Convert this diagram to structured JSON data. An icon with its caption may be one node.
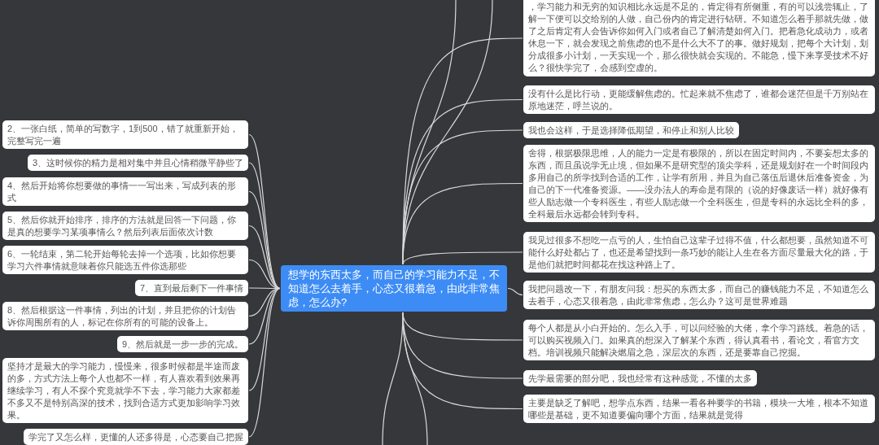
{
  "diagram": {
    "nodes": [
      {
        "text": [
          "想学的东西太多，而自己的学习能力不足，不知道怎么去着手，心态又很着急，由此非常焦虑，怎么办?"
        ]
      },
      {
        "text": [
          "，学习能力和无穷的知识相比永远是不足的，肯定得有所侧重，有的可以浅尝辄止，了解一下便可以交给别的人做，自己份内的肯定进行钻研。不知道怎么着手那就先做，做了之后肯定有人会告诉你如何入门或者自己了解清楚如何入门。把着急化成动力，或者休息一下，就会发现之前焦虑的也不是什么大不了的事。做好规划，把每个大计划，划分成很多小计划，一天实现一个，那么很快就会实现的。不能急，慢下来享受技术不好么？很快学完了，会感到空虚的。"
        ]
      },
      {
        "text": [
          "没有什么是比行动，更能缓解焦虑的。忙起来就不焦虑了，谁都会迷茫但是千万别站在原地迷茫，呼兰说的。"
        ]
      },
      {
        "text": [
          "我也会这样，于是选择降低期望，和停止和别人比较"
        ]
      },
      {
        "text": [
          "舍得，根据极限思维，人的能力一定是有极限的，所以在固定时间内，不要妄想太多的东西，而且虽说学无止境，但如果不是研究型的顶尖学科，还是规划好在一个时间段内多用自己的所学找到合适的工作，让学有所用，并且为自己落伍后退休后准备资金，为自己的下一代准备资源。——没办法人的寿命是有限的（说的好像废话一样）就好像有些人励志做一个专科医生，有些人励志做一个全科医生，但是专科的永远比全科的多，全科最后永远都会转到专科。"
        ]
      },
      {
        "text": [
          "我见过很多不想吃一点亏的人，生怕自己这辈子过得不值，什么都想要，虽然知道不可能什么好处都占了，也还是希望找到一条巧妙的能让人生在各方面尽量最大化的路，于是他们就把时间都花在找这种路上了。"
        ]
      },
      {
        "text": [
          "我把问题改一下，有朋友问我：想买的东西太多，而自己的赚钱能力不足，不知道怎么去着手，心态又很着急，由此非常焦虑，怎么办？这可是世界难题"
        ]
      },
      {
        "text": [
          "每个人都是从小白开始的。怎么入手，可以问经验的大佬，拿个学习路线。着急的话，可以购买视频入门。如果真的想深入了解某个东西，得认真看书，看论文，看官方文档。培训视频只能解决燃眉之急，深层次的东西，还是要靠自己挖掘。"
        ]
      },
      {
        "text": [
          "先学最需要的部分吧，我也经常有这种感觉，不懂的太多"
        ]
      },
      {
        "text": [
          "主要是缺乏了解吧，想学点东西，结果一看各种要学的书籍，模块一大堆，根本不知道哪些是基础，更不知道要偏向哪个方面，结果就是觉得"
        ]
      },
      {
        "text": [
          "2、一张白纸，简单的写数字，1到500，错了就重新开始，完整写完一遍"
        ]
      },
      {
        "text": [
          "3、这时候你的精力是相对集中并且心情稍微平静些了"
        ]
      },
      {
        "text": [
          "4、然后开始将你想要做的事情一一写出来，写成列表的形式"
        ]
      },
      {
        "text": [
          "5、然后你就开始排序，排序的方法就是回答一下问题，你是真的想要学习某项事情么？然后列表后面依次计数"
        ]
      },
      {
        "text": [
          "6、一轮结束，第二轮开始每轮去掉一个选项，比如你想要学习六件事情就意味着你只能选五件你选那些"
        ]
      },
      {
        "text": [
          "7、直到最后剩下一件事情"
        ]
      },
      {
        "text": [
          "8、然后根据这一件事情，列出的计划，并且把你的计划告诉你周围所有的人，标记在你所有的可能的设备上。"
        ]
      },
      {
        "text": [
          "9、然后就是一步一步的完成。"
        ]
      },
      {
        "text": [
          "坚持才是最大的学习能力，慢慢来，很多时候都是半途而废的多，方式方法上每个人也都不一样，有人喜欢看到效果再继续学习，有人不探个究竟就学不下去，学习能力大家都差不多又不是特别高深的技术，找到合适方式更加影响学习效果。"
        ]
      },
      {
        "text": [
          "学完了又怎么样，更懂的人还多得是，心态要自己把握"
        ]
      }
    ],
    "edges": [
      {
        "from": 0,
        "to": 1,
        "arrow": "none"
      },
      {
        "from": 0,
        "to": 2,
        "arrow": "none"
      },
      {
        "from": 0,
        "to": 3,
        "arrow": "none"
      },
      {
        "from": 0,
        "to": 4,
        "arrow": "none"
      },
      {
        "from": 0,
        "to": 5,
        "arrow": "none"
      },
      {
        "from": 0,
        "to": 6,
        "arrow": "none"
      },
      {
        "from": 0,
        "to": 7,
        "arrow": "none"
      },
      {
        "from": 0,
        "to": 8,
        "arrow": "none"
      },
      {
        "from": 0,
        "to": 9,
        "arrow": "none"
      },
      {
        "from": 0,
        "to": 10,
        "arrow": "none"
      },
      {
        "from": 0,
        "to": 11,
        "arrow": "none"
      },
      {
        "from": 0,
        "to": 12,
        "arrow": "none"
      },
      {
        "from": 0,
        "to": 13,
        "arrow": "none"
      },
      {
        "from": 0,
        "to": 14,
        "arrow": "none"
      },
      {
        "from": 0,
        "to": 15,
        "arrow": "none"
      },
      {
        "from": 0,
        "to": 16,
        "arrow": "none"
      },
      {
        "from": 0,
        "to": 17,
        "arrow": "none"
      },
      {
        "from": 0,
        "to": 18,
        "arrow": "none"
      },
      {
        "from": 0,
        "to": 19,
        "arrow": "none"
      },
      {
        "from": 0,
        "to": null,
        "arrow": "none"
      },
      {
        "from": 0,
        "to": null,
        "arrow": "none"
      },
      {
        "from": 0,
        "to": null,
        "arrow": "none"
      },
      {
        "from": 0,
        "to": null,
        "arrow": "none"
      }
    ]
  }
}
